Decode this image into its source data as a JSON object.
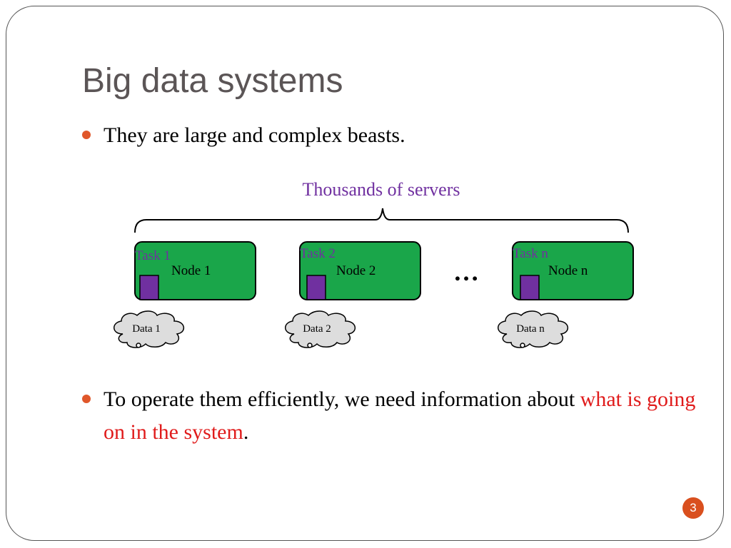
{
  "slide": {
    "title": "Big data systems",
    "bullet1": "They are large and complex beasts.",
    "bullet2_plain": "To operate them efficiently, we need information about ",
    "bullet2_highlight": "what is going on in the system",
    "bullet2_end": ".",
    "page_number": "3",
    "highlight_color": "#e01b1b",
    "bullet_color": "#e0572a"
  },
  "diagram": {
    "brace_label": "Thousands of servers",
    "ellipsis": "…",
    "nodes": [
      {
        "task": "Task 1",
        "node": "Node 1",
        "data": "Data 1"
      },
      {
        "task": "Task 2",
        "node": "Node 2",
        "data": "Data 2"
      },
      {
        "task": "Task n",
        "node": "Node n",
        "data": "Data n"
      }
    ],
    "node_color": "#1aa64a",
    "task_color": "#7030a0"
  }
}
